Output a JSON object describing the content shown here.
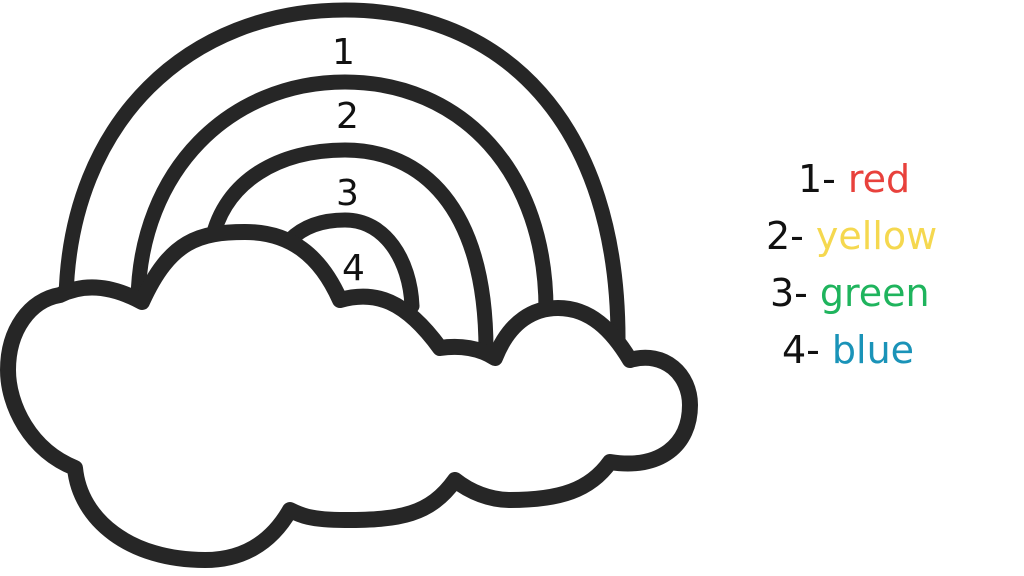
{
  "worksheet": {
    "type": "color-by-number",
    "subject": "rainbow over cloud",
    "colors": {
      "outline": "#262626",
      "background": "#ffffff"
    }
  },
  "rainbow": {
    "bands": [
      {
        "number": "1"
      },
      {
        "number": "2"
      },
      {
        "number": "3"
      },
      {
        "number": "4"
      }
    ]
  },
  "legend": {
    "items": [
      {
        "key": "1-",
        "color_name": "red",
        "color_hex": "#e8413c"
      },
      {
        "key": "2-",
        "color_name": "yellow",
        "color_hex": "#f5d84f"
      },
      {
        "key": "3-",
        "color_name": "green",
        "color_hex": "#1fb45d"
      },
      {
        "key": "4-",
        "color_name": "blue",
        "color_hex": "#1a93b8"
      }
    ]
  }
}
